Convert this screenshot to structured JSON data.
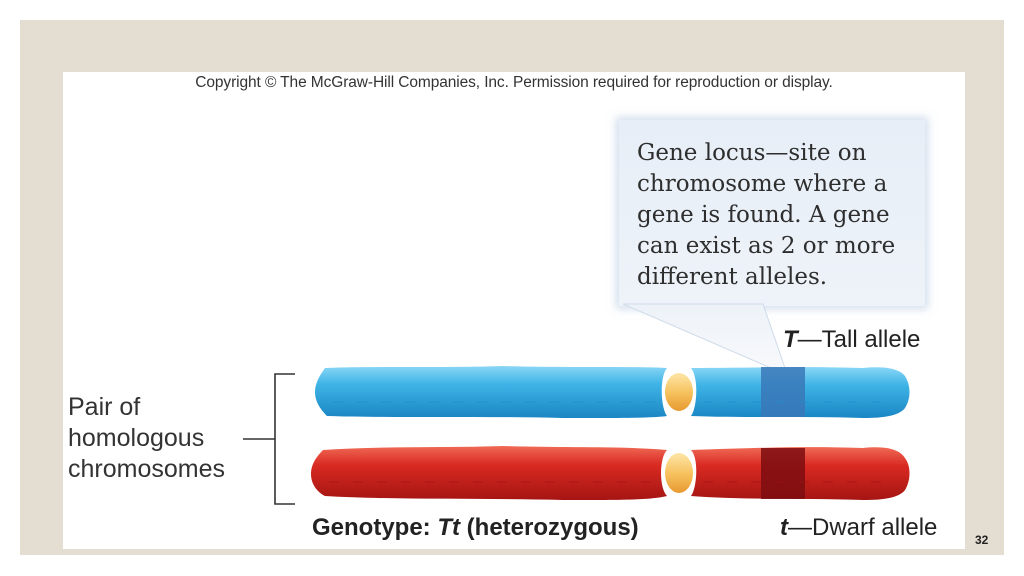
{
  "copyright": "Copyright © The McGraw-Hill Companies, Inc. Permission required for reproduction or display.",
  "callout": {
    "text": "Gene locus—site on chromosome where a gene is found. A gene can exist as 2 or more different alleles."
  },
  "tall_allele": {
    "symbol": "T",
    "text": "—Tall allele"
  },
  "dwarf_allele": {
    "symbol": "t",
    "text": "—Dwarf allele"
  },
  "homologous_label": "Pair of homologous chromosomes",
  "genotype": {
    "prefix": "Genotype: ",
    "symbol": "Tt",
    "suffix": " (heterozygous)"
  },
  "slide_number": "32",
  "colors": {
    "frame_border": "#e4ddd1",
    "chromosome_blue": "#35aee0",
    "chromosome_red": "#d8231f",
    "centromere": "#f6c062",
    "tall_locus_band": "#3a78b8",
    "dwarf_locus_band": "#7d0d10",
    "callout_fill": "#eaf0f7"
  }
}
